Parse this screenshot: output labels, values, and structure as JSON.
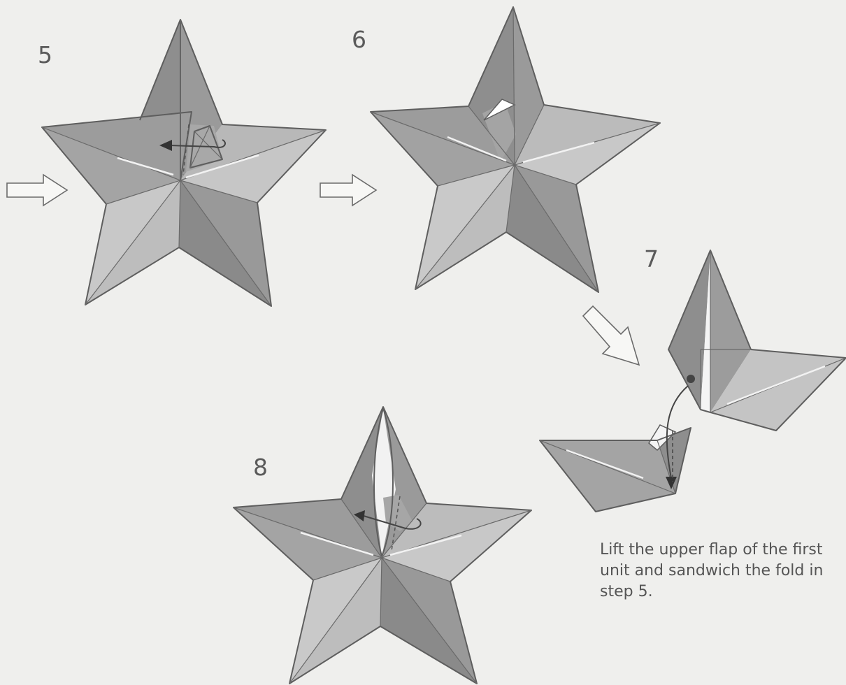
{
  "steps": {
    "s5": "5",
    "s6": "6",
    "s7": "7",
    "s8": "8"
  },
  "instruction": "Lift the upper flap of the first unit and sandwich the fold in step 5.",
  "colors": {
    "dark": "#8c8c8c",
    "mid": "#a6a6a6",
    "light": "#c4c4c4",
    "edge": "#5e5e5e",
    "background": "#efefed"
  }
}
